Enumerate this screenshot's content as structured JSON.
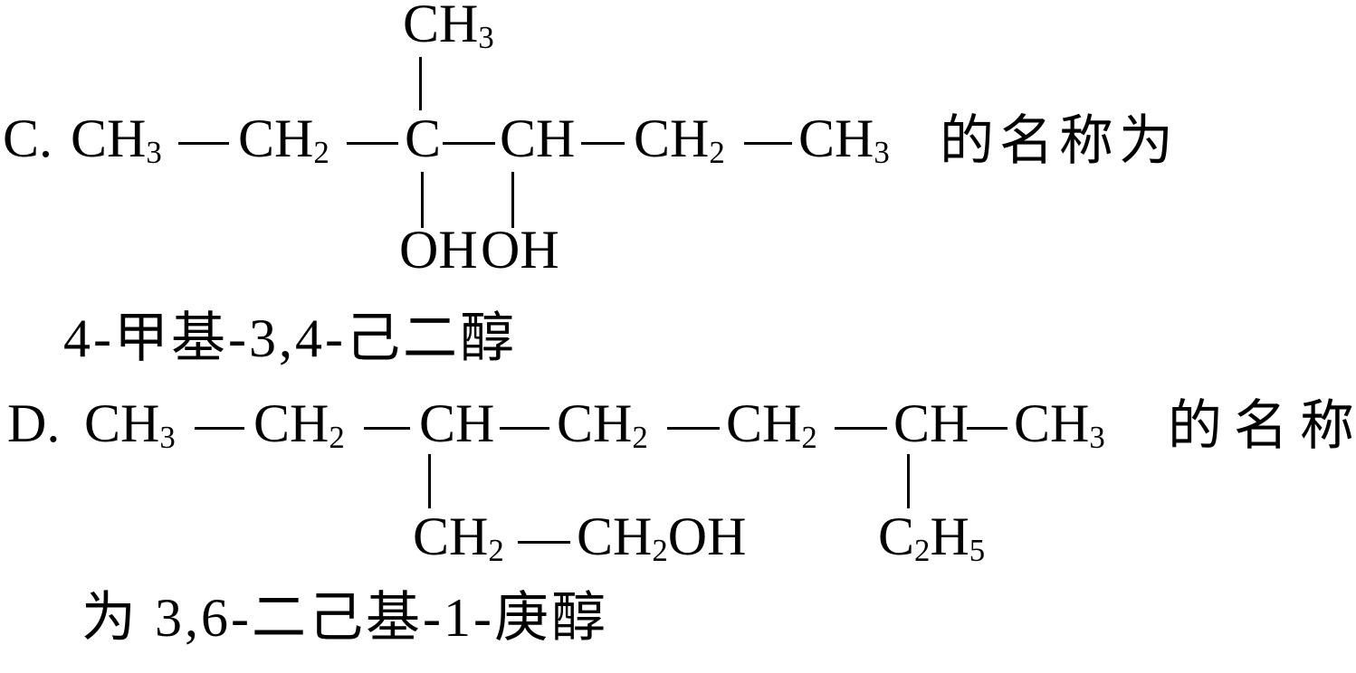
{
  "colors": {
    "background": "#ffffff",
    "ink": "#000000"
  },
  "option_c": {
    "label": "C.",
    "methyl_branch": {
      "base": "CH",
      "sub": "3"
    },
    "chain": [
      {
        "base": "CH",
        "sub": "3"
      },
      {
        "base": "CH",
        "sub": "2"
      },
      {
        "base": "C"
      },
      {
        "base": "CH"
      },
      {
        "base": "CH",
        "sub": "2"
      },
      {
        "base": "CH",
        "sub": "3"
      }
    ],
    "oh_left": "OH",
    "oh_right": "OH",
    "suffix": "的名称为",
    "compound_name": "4-甲基-3,4-己二醇"
  },
  "option_d": {
    "label": "D.",
    "chain": [
      {
        "base": "CH",
        "sub": "3"
      },
      {
        "base": "CH",
        "sub": "2"
      },
      {
        "base": "CH"
      },
      {
        "base": "CH",
        "sub": "2"
      },
      {
        "base": "CH",
        "sub": "2"
      },
      {
        "base": "CH"
      },
      {
        "base": "CH",
        "sub": "3"
      }
    ],
    "branch_left": {
      "first": {
        "base": "CH",
        "sub": "2"
      },
      "second": {
        "base": "CH",
        "sub": "2"
      },
      "tail": "OH"
    },
    "branch_right": {
      "c": "C",
      "c_sub": "2",
      "h": "H",
      "h_sub": "5"
    },
    "suffix": "的名称",
    "compound_name": "为 3,6-二己基-1-庚醇"
  }
}
